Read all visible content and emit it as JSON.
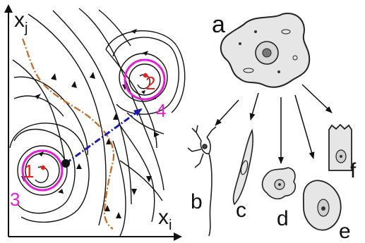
{
  "left_panel": {
    "axis_y_base": "x",
    "axis_y_sub": "j",
    "axis_x_base": "x",
    "axis_x_sub": "i",
    "attractor_1_label": "1",
    "attractor_2_label": "2",
    "basin_3_label": "3",
    "basin_4_label": "4"
  },
  "right_panel": {
    "source_cell_label": "a",
    "derived_cell_labels": [
      "b",
      "c",
      "d",
      "e",
      "f"
    ]
  },
  "colors": {
    "attractor_label": "#e8201c",
    "basin_circle": "#e21fd6",
    "separatrix": "#c8651b",
    "transition_arrow": "#1c1cb4",
    "flow_line": "#111111"
  }
}
